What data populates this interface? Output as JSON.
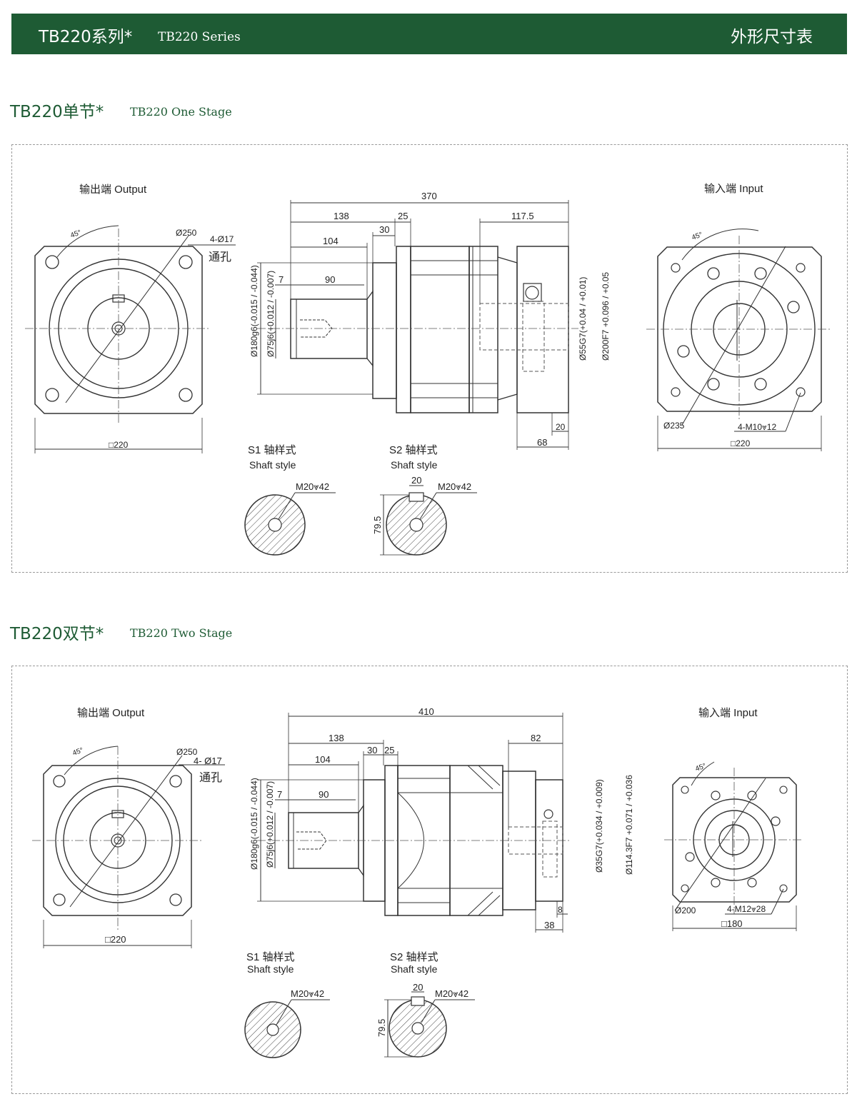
{
  "header": {
    "title": "TB220系列*",
    "subtitle": "TB220 Series",
    "right": "外形尺寸表"
  },
  "stage1": {
    "title": "TB220单节*",
    "subtitle": "TB220 One Stage",
    "output_label": "输出端  Output",
    "input_label": "输入端  Input",
    "out": {
      "angle": "45°",
      "pcd": "Ø250",
      "holes": "4-Ø17",
      "through": "通孔",
      "square": "□220"
    },
    "side": {
      "len": "370",
      "d138": "138",
      "d25": "25",
      "d117": "117.5",
      "d30": "30",
      "d104": "104",
      "d7": "7",
      "d90": "90",
      "d20": "20",
      "d68": "68",
      "shaft_od": "Ø180g6(-0.015 / -0.044)",
      "shaft_d": "Ø75j6(+0.012 / -0.007)",
      "bore": "Ø55G7(+0.04 / +0.01)",
      "pilot": "Ø200F7 +0.096 / +0.05"
    },
    "inp": {
      "angle": "45°",
      "pcd": "Ø235",
      "holes": "4-M10⩔12",
      "square": "□220"
    },
    "s1": {
      "label": "S1 轴样式",
      "sub": "Shaft style",
      "thread": "M20⩔42"
    },
    "s2": {
      "label": "S2 轴样式",
      "sub": "Shaft style",
      "thread": "M20⩔42",
      "key": "20",
      "h": "79.5"
    }
  },
  "stage2": {
    "title": "TB220双节*",
    "subtitle": "TB220 Two Stage",
    "output_label": "输出端  Output",
    "input_label": "输入端  Input",
    "out": {
      "angle": "45°",
      "pcd": "Ø250",
      "holes": "4- Ø17",
      "through": "通孔",
      "square": "□220"
    },
    "side": {
      "len": "410",
      "d138": "138",
      "d82": "82",
      "d30": "30",
      "d25": "25",
      "d104": "104",
      "d7": "7",
      "d90": "90",
      "d8": "8",
      "d38": "38",
      "shaft_od": "Ø180g6(-0.015 / -0.044)",
      "shaft_d": "Ø75j6(+0.012 / -0.007)",
      "bore": "Ø35G7(+0.034 / +0.009)",
      "pilot": "Ø114.3F7 +0.071 / +0.036"
    },
    "inp": {
      "angle": "45°",
      "pcd": "Ø200",
      "holes": "4-M12⩔28",
      "square": "□180"
    },
    "s1": {
      "label": "S1 轴样式",
      "sub": "Shaft style",
      "thread": "M20⩔42"
    },
    "s2": {
      "label": "S2 轴样式",
      "sub": "Shaft style",
      "thread": "M20⩔42",
      "key": "20",
      "h": "79.5"
    }
  }
}
